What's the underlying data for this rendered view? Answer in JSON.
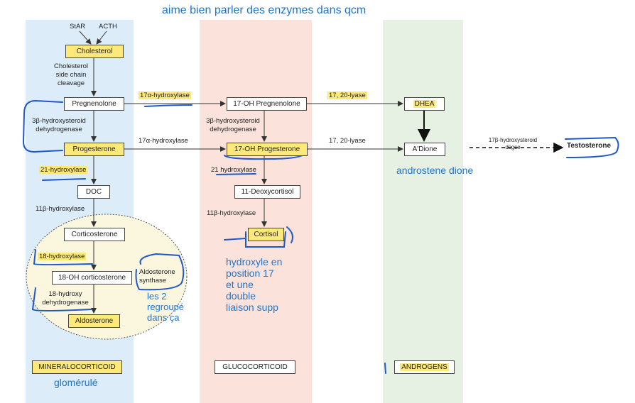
{
  "title_note": "aime bien parler des enzymes dans qcm",
  "inputs": {
    "star": "StAR",
    "acth": "ACTH"
  },
  "boxes": {
    "cholesterol": "Cholesterol",
    "pregnenolone": "Pregnenolone",
    "progesterone": "Progesterone",
    "doc": "DOC",
    "corticosterone": "Corticosterone",
    "oh18_corticosterone": "18-OH corticosterone",
    "aldosterone": "Aldosterone",
    "oh17_pregnenolone": "17-OH Pregnenolone",
    "oh17_progesterone": "17-OH Progesterone",
    "deoxycortisol": "11-Deoxycortisol",
    "cortisol": "Cortisol",
    "dhea": "DHEA",
    "adione": "A'Dione",
    "testosterone": "Testosterone"
  },
  "enzymes": {
    "side_chain_1": "Cholesterol",
    "side_chain_2": "side chain",
    "side_chain_3": "cleavage",
    "hydroxylase17a_top": "17α-hydroxylase",
    "hydroxylase17a_bottom": "17α-hydroxylase",
    "hsd3b_left_1": "3β-hydroxysteroid",
    "hsd3b_left_2": "dehydrogenase",
    "hsd3b_mid_1": "3β-hydroxysteroid",
    "hsd3b_mid_2": "dehydrogenase",
    "lyase_top": "17, 20-lyase",
    "lyase_bottom": "17, 20-lyase",
    "hydroxylase21_left": "21-hydroxylase",
    "hydroxylase21_mid": "21 hydroxylase",
    "hydroxylase11b_left": "11β-hydroxylase",
    "hydroxylase11b_mid": "11β-hydroxylase",
    "hydroxylase18": "18-hydroxylase",
    "dehydro18_1": "18-hydroxy",
    "dehydro18_2": "dehydrogenase",
    "aldo_synthase_1": "Aldosterone",
    "aldo_synthase_2": "synthase",
    "hsd17b_1": "17β-hydroxysteroid",
    "hsd17b_2": "dsgse"
  },
  "categories": {
    "mineralo": "MINERALOCORTICOID",
    "gluco": "GLUCOCORTICOID",
    "andro": "ANDROGENS"
  },
  "handwritten": {
    "glomerule": "glomérulé",
    "androstene": "androstene dione",
    "cortisol_note_1": "hydroxyle en",
    "cortisol_note_2": "position 17",
    "cortisol_note_3": "et une",
    "cortisol_note_4": "double",
    "cortisol_note_5": "liaison supp",
    "synthase_note_1": "les 2",
    "synthase_note_2": "regroupé",
    "synthase_note_3": "dans ça"
  },
  "colors": {
    "highlight": "#fde97a",
    "pen": "#1f58c9",
    "note_blue": "#1f74c9",
    "column_blue": "#dcecf9",
    "column_pink": "#fbe3dc",
    "column_green": "#e6f1e4"
  }
}
